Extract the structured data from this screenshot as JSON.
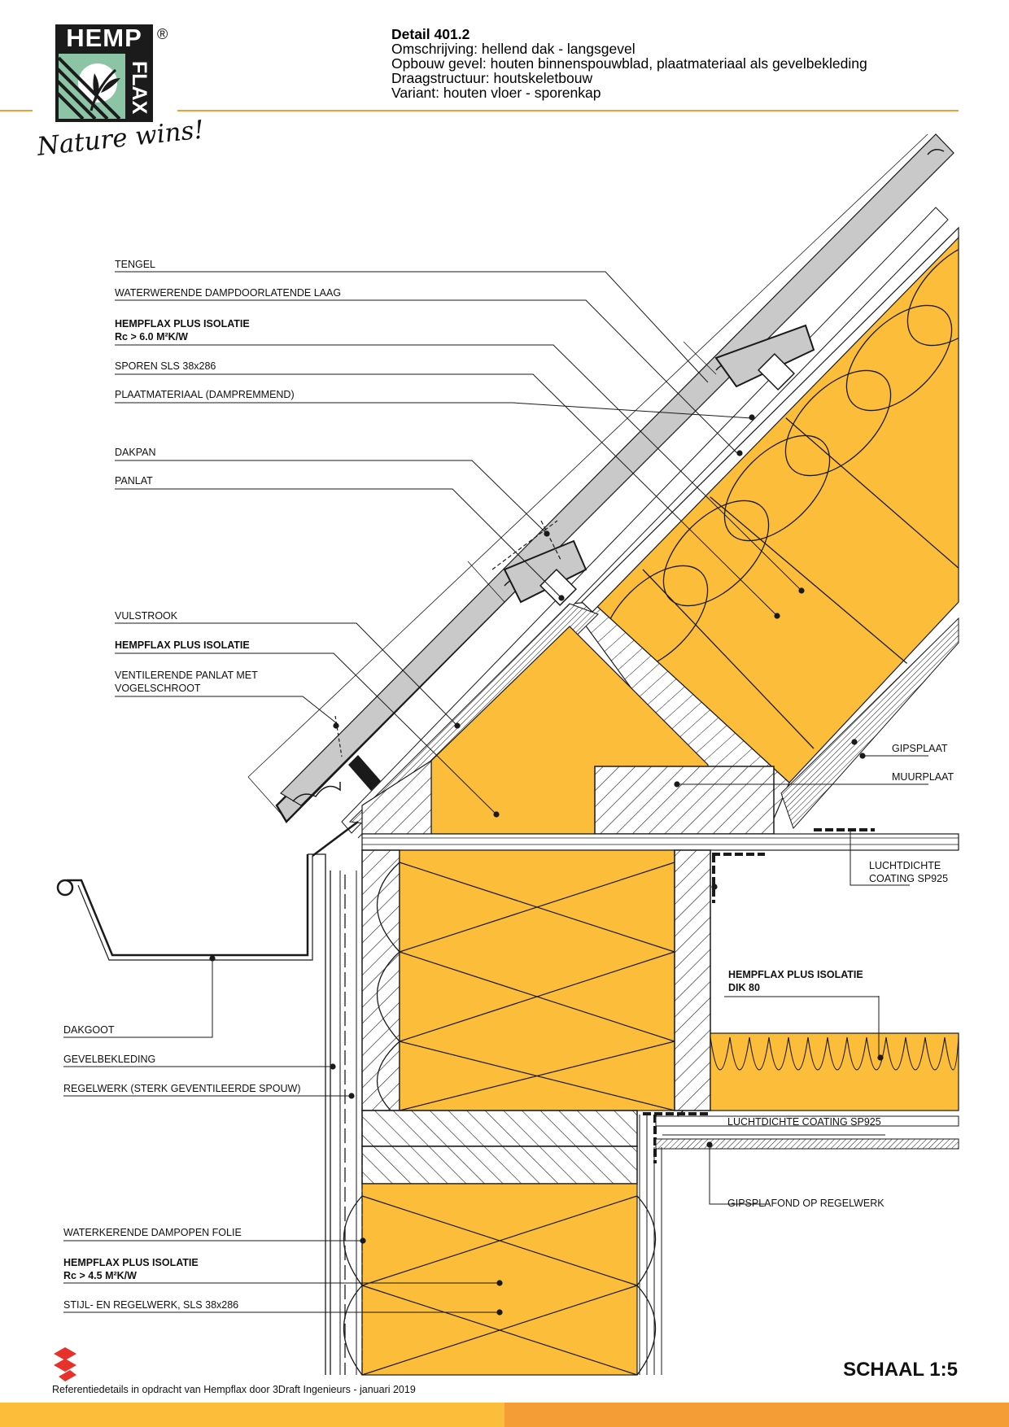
{
  "brand": {
    "logo_top": "HEMP",
    "logo_side": "FLAX",
    "registered_mark": "®",
    "tagline": "Nature wins!",
    "accent_color": "#f49c35",
    "insulation_color": "#fbbd3a"
  },
  "header": {
    "title": "Detail 401.2",
    "description": "Omschrijving: hellend dak - langsgevel",
    "facade": "Opbouw gevel: houten binnenspouwblad, plaatmateriaal als gevelbekleding",
    "structure": "Draagstructuur: houtskeletbouw",
    "variant": "Variant: houten vloer - sporenkap"
  },
  "labels": {
    "tengel": "TENGEL",
    "waterwerende": "WATERWERENDE DAMPDOORLATENDE LAAG",
    "isolatie_roof": "HEMPFLAX PLUS ISOLATIE",
    "isolatie_roof_rc": "Rc > 6.0 M²K/W",
    "sporen": "SPOREN SLS 38x286",
    "plaatmateriaal": "PLAATMATERIAAL (DAMPREMMEND)",
    "dakpan": "DAKPAN",
    "panlat": "PANLAT",
    "vulstrook": "VULSTROOK",
    "isolatie_eave": "HEMPFLAX PLUS ISOLATIE",
    "ventilerende_1": "VENTILERENDE PANLAT MET",
    "ventilerende_2": "VOGELSCHROOT",
    "gipsplaat": "GIPSPLAAT",
    "muurplaat": "MUURPLAAT",
    "luchtdicht_1": "LUCHTDICHTE",
    "luchtdicht_2": "COATING SP925",
    "isolatie_floor": "HEMPFLAX PLUS ISOLATIE",
    "isolatie_floor_dik": "DIK 80",
    "dakgoot": "DAKGOOT",
    "gevelbekleding": "GEVELBEKLEDING",
    "regelwerk": "REGELWERK (STERK GEVENTILEERDE SPOUW)",
    "luchtdicht_coating": "LUCHTDICHTE COATING SP925",
    "gipsplafond": "GIPSPLAFOND OP REGELWERK",
    "waterkerende": "WATERKERENDE DAMPOPEN FOLIE",
    "isolatie_wall": "HEMPFLAX PLUS ISOLATIE",
    "isolatie_wall_rc": "Rc > 4.5 M²K/W",
    "stijl": "STIJL- EN REGELWERK, SLS 38x286"
  },
  "footer": {
    "scale": "SCHAAL 1:5",
    "credit": "Referentiedetails in opdracht van Hempflax door 3Draft Ingenieurs  -  januari 2019"
  }
}
